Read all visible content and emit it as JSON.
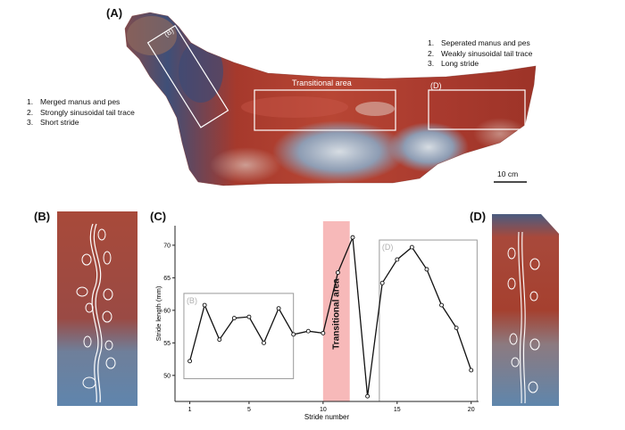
{
  "panels": {
    "a_label": "(A)",
    "b_label": "(B)",
    "c_label": "(C)",
    "d_label": "(D)"
  },
  "panel_a": {
    "left_notes": [
      {
        "num": "1.",
        "text": "Merged manus and pes"
      },
      {
        "num": "2.",
        "text": "Strongly  sinusoidal tail trace"
      },
      {
        "num": "3.",
        "text": "Short stride"
      }
    ],
    "right_notes": [
      {
        "num": "1.",
        "text": "Seperated manus and pes"
      },
      {
        "num": "2.",
        "text": "Weakly sinusoidal tail trace"
      },
      {
        "num": "3.",
        "text": "Long stride"
      }
    ],
    "box_b_label": "(B)",
    "transitional_label": "Transitional area",
    "box_d_label": "(D)",
    "scale_bar_label": "10 cm",
    "colors": {
      "red": "#a8392c",
      "blue": "#6f8fae",
      "light": "#d9d4d0"
    }
  },
  "chart_data": {
    "type": "line",
    "x": [
      1,
      2,
      3,
      4,
      5,
      6,
      7,
      8,
      9,
      10,
      11,
      12,
      13,
      14,
      15,
      16,
      17,
      18,
      19,
      20
    ],
    "series": [
      {
        "values": [
          52.2,
          60.8,
          55.5,
          58.8,
          59.0,
          55.0,
          60.3,
          56.3,
          56.8,
          56.5,
          65.8,
          71.2,
          46.8,
          64.2,
          67.8,
          69.7,
          66.3,
          60.8,
          57.3,
          50.8
        ]
      }
    ],
    "xlabel": "Stride number",
    "ylabel": "Stride length (mm)",
    "xticks": [
      1,
      5,
      10,
      15,
      20
    ],
    "yticks": [
      50,
      55,
      60,
      65,
      70
    ],
    "xlim": [
      0,
      20.5
    ],
    "ylim": [
      46,
      73
    ],
    "grid": false,
    "annotations": {
      "box_b": {
        "label": "(B)",
        "x_range": [
          0.6,
          8.0
        ],
        "y_range": [
          49.5,
          62.6
        ]
      },
      "box_d": {
        "label": "(D)",
        "x_range": [
          13.8,
          20.4
        ],
        "y_range": [
          46.0,
          70.8
        ]
      },
      "transitional": {
        "label": "Transitional area",
        "x_range": [
          10.0,
          11.8
        ],
        "color": "#f7b9b9"
      }
    }
  }
}
